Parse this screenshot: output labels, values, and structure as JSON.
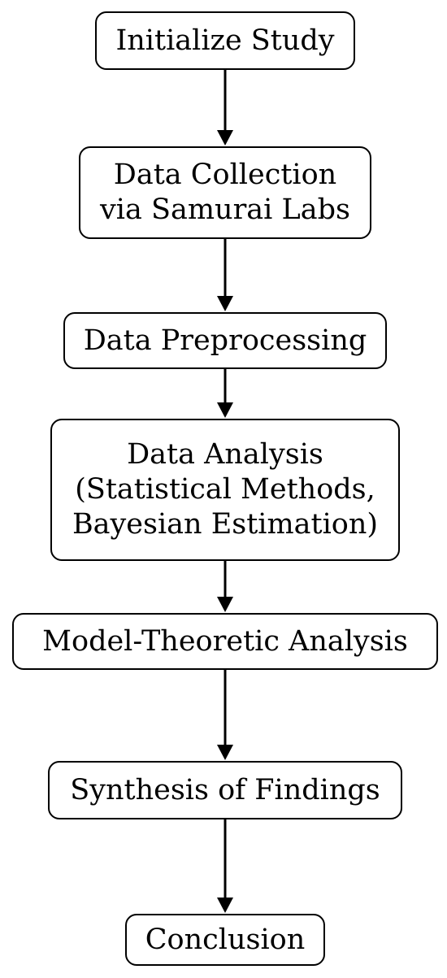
{
  "flowchart": {
    "nodes": [
      {
        "id": "initialize-study",
        "lines": [
          "Initialize Study"
        ]
      },
      {
        "id": "data-collection",
        "lines": [
          "Data Collection",
          "via Samurai Labs"
        ]
      },
      {
        "id": "data-preprocessing",
        "lines": [
          "Data Preprocessing"
        ]
      },
      {
        "id": "data-analysis",
        "lines": [
          "Data Analysis",
          "(Statistical Methods,",
          "Bayesian Estimation)"
        ]
      },
      {
        "id": "model-theoretic-analysis",
        "lines": [
          "Model-Theoretic Analysis"
        ]
      },
      {
        "id": "synthesis-of-findings",
        "lines": [
          "Synthesis of Findings"
        ]
      },
      {
        "id": "conclusion",
        "lines": [
          "Conclusion"
        ]
      }
    ],
    "edges": [
      {
        "from": "initialize-study",
        "to": "data-collection"
      },
      {
        "from": "data-collection",
        "to": "data-preprocessing"
      },
      {
        "from": "data-preprocessing",
        "to": "data-analysis"
      },
      {
        "from": "data-analysis",
        "to": "model-theoretic-analysis"
      },
      {
        "from": "model-theoretic-analysis",
        "to": "synthesis-of-findings"
      },
      {
        "from": "synthesis-of-findings",
        "to": "conclusion"
      }
    ],
    "colors": {
      "stroke": "#000000",
      "fill": "#ffffff",
      "text": "#000000"
    }
  }
}
